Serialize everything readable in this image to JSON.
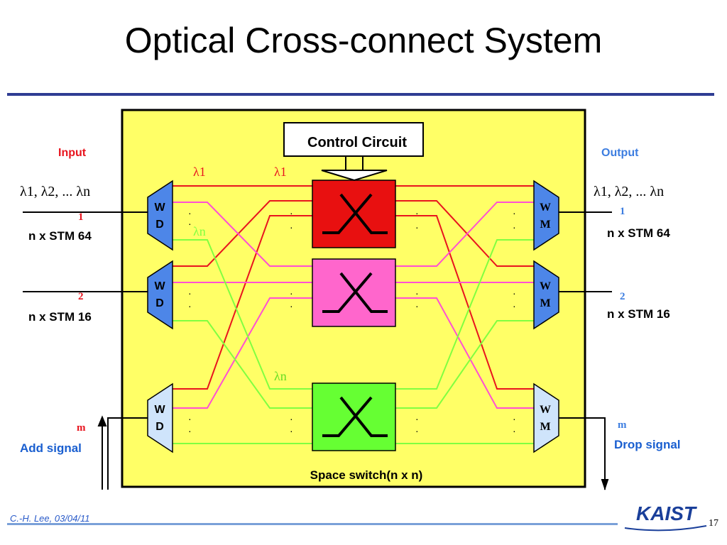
{
  "title": "Optical Cross-connect System",
  "control_circuit": "Control Circuit",
  "switch_label": "Space switch(n x n)",
  "input": {
    "label": "Input",
    "wavelengths": "λ1, λ2, ... λn",
    "ports": [
      {
        "num": "1",
        "rate": "n x STM 64"
      },
      {
        "num": "2",
        "rate": "n x STM 16"
      },
      {
        "num": "m",
        "rate": ""
      }
    ],
    "add_label": "Add signal"
  },
  "output": {
    "label": "Output",
    "wavelengths": "λ1, λ2, ... λn",
    "ports": [
      {
        "num": "1",
        "rate": "n x STM 64"
      },
      {
        "num": "2",
        "rate": "n x STM 16"
      },
      {
        "num": "m",
        "rate": ""
      }
    ],
    "drop_label": "Drop signal"
  },
  "demux_label": [
    "W",
    "D"
  ],
  "mux_label": [
    "W",
    "M"
  ],
  "lambda_labels": {
    "l1": "λ1",
    "ln": "λn"
  },
  "footer": "C.-H. Lee, 03/04/11",
  "logo_text": "KAIST",
  "page_number": "17",
  "colors": {
    "panel": "#ffff66",
    "red": "#e8141e",
    "pink": "#ff4fd3",
    "green": "#80ff40",
    "switch1": "#e81010",
    "switch2": "#ff66cc",
    "switch3": "#66ff33",
    "wd_top": "#4d86e8",
    "wd_bottom": "#cfe4fb",
    "input_label": "#e8141e",
    "output_label": "#3c7de0",
    "signal_label": "#1a5fd0"
  }
}
